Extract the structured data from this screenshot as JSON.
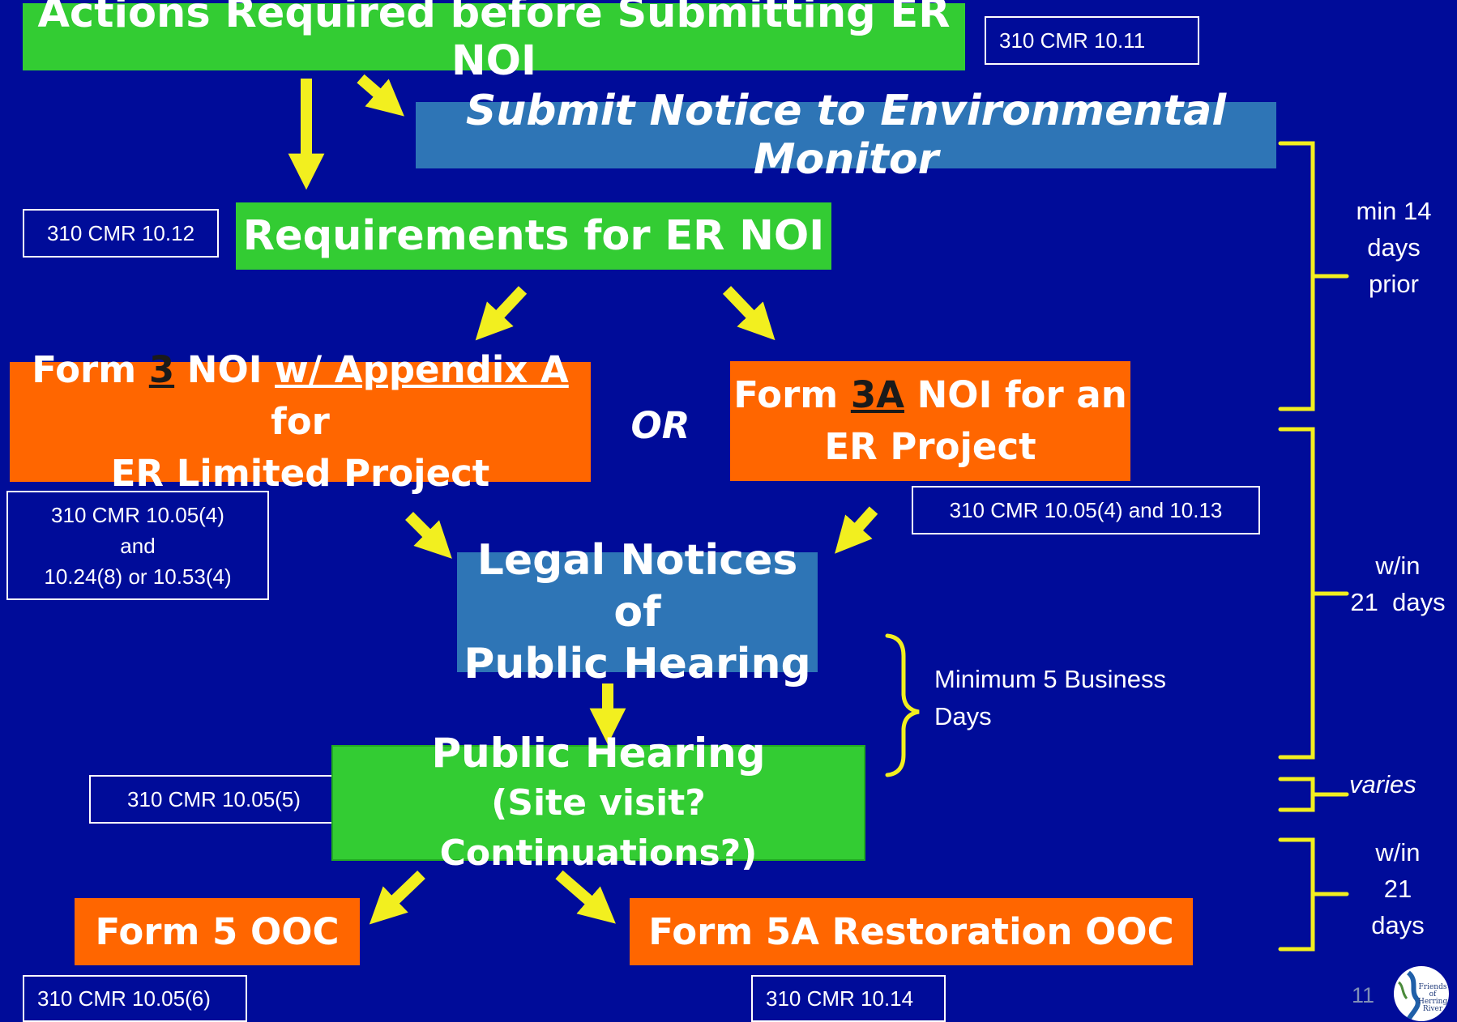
{
  "actions": {
    "title": "Actions Required before Submitting ER NOI",
    "cite": "310 CMR 10.11"
  },
  "submit_notice": {
    "title": "Submit Notice to Environmental Monitor"
  },
  "requirements": {
    "title": "Requirements for ER NOI",
    "cite": "310 CMR 10.12"
  },
  "form3": {
    "line1_pre": "Form ",
    "line1_num": "3",
    "line1_mid": " NOI ",
    "line1_appx": "w/ Appendix A ",
    "line1_post": "for",
    "line2": "ER Limited Project",
    "cite_line1": "310 CMR 10.05(4)",
    "cite_line2": "and",
    "cite_line3": "10.24(8) or 10.53(4)"
  },
  "or_label": "OR",
  "form3a": {
    "line1_pre": "Form ",
    "line1_num": "3A",
    "line1_post": " NOI for an",
    "line2": "ER Project",
    "cite": "310 CMR 10.05(4) and 10.13"
  },
  "legal_notices": {
    "line1": "Legal Notices of",
    "line2": "Public Hearing"
  },
  "min_business_days": {
    "line1": "Minimum 5 Business",
    "line2": "Days"
  },
  "public_hearing": {
    "line1": "Public Hearing",
    "line2": "(Site visit? Continuations?)",
    "cite": "310 CMR 10.05(5)"
  },
  "form5": {
    "title": "Form 5 OOC",
    "cite": "310 CMR 10.05(6)"
  },
  "form5a": {
    "title": "Form 5A Restoration OOC",
    "cite": "310 CMR 10.14"
  },
  "timeline": {
    "min14": [
      "min 14",
      "days",
      "prior"
    ],
    "win21_a": [
      "w/in",
      "21  days"
    ],
    "varies": "varies",
    "win21_b": [
      "w/in",
      "21",
      "days"
    ]
  },
  "page_number": "11",
  "logo_text": [
    "Friends",
    "of",
    "Herring",
    "River"
  ],
  "colors": {
    "background": "#000c99",
    "green": "#33cc33",
    "blue": "#2e75b6",
    "orange": "#ff6600",
    "arrow": "#f2ef1f",
    "bracket": "#f2ef1f"
  }
}
